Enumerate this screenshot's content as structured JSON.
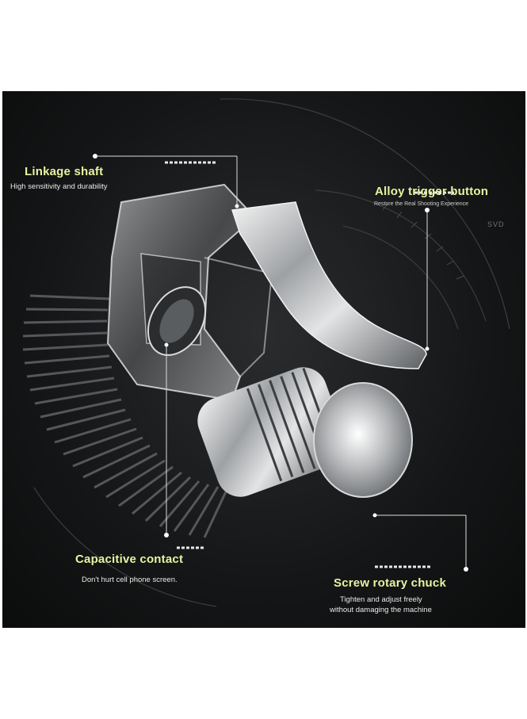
{
  "callouts": {
    "linkage_shaft": {
      "title": "Linkage shaft",
      "desc": "High sensitivity and durability"
    },
    "alloy_trigger": {
      "title": "Alloy trigger button",
      "desc": "Restore the Real Shooting Experience"
    },
    "capacitive_contact": {
      "title": "Capacitive contact",
      "desc": "Don't hurt cell phone screen."
    },
    "screw_chuck": {
      "title": "Screw rotary chuck",
      "desc_line1": "Tighten and adjust freely",
      "desc_line2": "without damaging the machine"
    }
  },
  "watermark": "SVD",
  "colors": {
    "background": "#141516",
    "label_yellow": "#e8f3a0",
    "callout_line": "#dcdcdc",
    "metal": "#c9cbcd"
  }
}
